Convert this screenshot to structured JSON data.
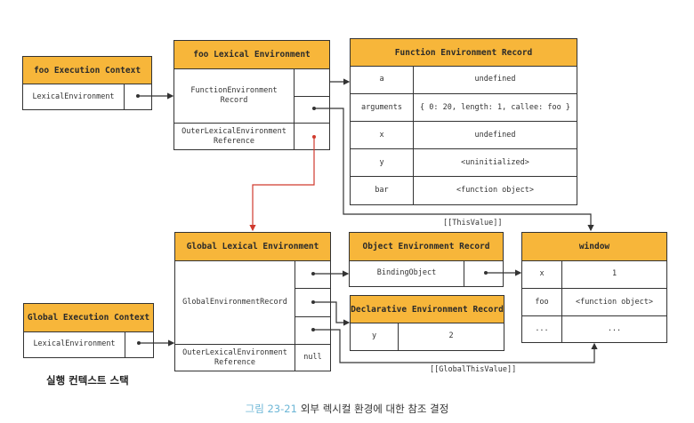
{
  "foo_execution_context": {
    "title": "foo Execution Context",
    "row_label": "LexicalEnvironment"
  },
  "foo_lexical_environment": {
    "title": "foo Lexical Environment",
    "record_label": "FunctionEnvironment Record",
    "outer_label": "OuterLexicalEnvironment Reference"
  },
  "function_environment_record": {
    "title": "Function Environment Record",
    "rows": [
      {
        "name": "a",
        "value": "undefined"
      },
      {
        "name": "arguments",
        "value": "{ 0: 20, length: 1, callee: foo }"
      },
      {
        "name": "x",
        "value": "undefined"
      },
      {
        "name": "y",
        "value": "<uninitialized>"
      },
      {
        "name": "bar",
        "value": "<function object>"
      }
    ]
  },
  "global_lexical_environment": {
    "title": "Global Lexical Environment",
    "record_label": "GlobalEnvironmentRecord",
    "outer_label": "OuterLexicalEnvironment Reference",
    "outer_value": "null"
  },
  "object_environment_record": {
    "title": "Object Environment Record",
    "row_label": "BindingObject"
  },
  "declarative_environment_record": {
    "title": "Declarative Environment Record",
    "rows": [
      {
        "name": "y",
        "value": "2"
      }
    ]
  },
  "window": {
    "title": "window",
    "rows": [
      {
        "name": "x",
        "value": "1"
      },
      {
        "name": "foo",
        "value": "<function object>"
      },
      {
        "name": "...",
        "value": "..."
      }
    ]
  },
  "global_execution_context": {
    "title": "Global Execution Context",
    "row_label": "LexicalEnvironment"
  },
  "labels": {
    "this_value": "[[ThisValue]]",
    "global_this_value": "[[GlobalThisValue]]",
    "stack_caption": "실행 컨텍스트 스택",
    "figure_number": "그림 23-21",
    "figure_title": "외부 렉시컬 환경에 대한 참조 결정"
  },
  "colors": {
    "header_fill": "#f7b63a",
    "outer_reference_arrow": "#d03a2e",
    "figure_number": "#6cb6d6"
  }
}
